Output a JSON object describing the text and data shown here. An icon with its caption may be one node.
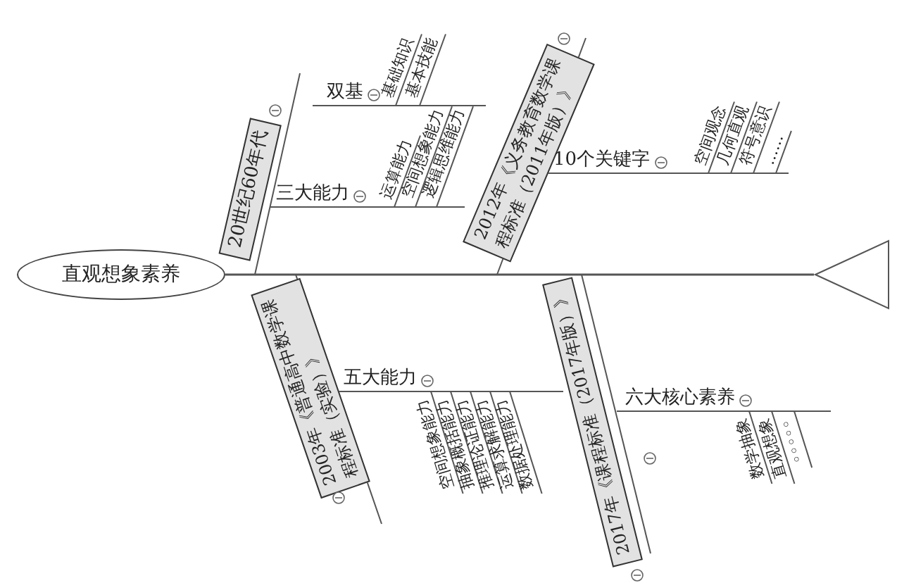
{
  "diagram": {
    "nodes": [
      {
        "text": [
          "直观想象素养"
        ]
      },
      {
        "text": [],
        "shape": "triangle"
      },
      {
        "text": [
          "20世纪60年代"
        ]
      },
      {
        "text": [
          "双基"
        ]
      },
      {
        "text": [
          "基础知识"
        ]
      },
      {
        "text": [
          "基本技能"
        ]
      },
      {
        "text": [
          "三大能力"
        ]
      },
      {
        "text": [
          "运算能力"
        ]
      },
      {
        "text": [
          "空间想象能力"
        ]
      },
      {
        "text": [
          "逻辑思维能力"
        ]
      },
      {
        "text": [
          "2012年《义务教育数学课程标准（2011年版）》"
        ]
      },
      {
        "text": [
          "10个关键字"
        ]
      },
      {
        "text": [
          "空间观念"
        ]
      },
      {
        "text": [
          "几何直观"
        ]
      },
      {
        "text": [
          "符号意识"
        ]
      },
      {
        "text": [
          "……"
        ]
      },
      {
        "text": [
          "2003年《普通高中数学课程标准（实验）》"
        ]
      },
      {
        "text": [
          "五大能力"
        ]
      },
      {
        "text": [
          "空间想象能力"
        ]
      },
      {
        "text": [
          "抽象概括能力"
        ]
      },
      {
        "text": [
          "推理论证能力"
        ]
      },
      {
        "text": [
          "运算求解能力"
        ]
      },
      {
        "text": [
          "数据处理能力"
        ]
      },
      {
        "text": [
          "2017年《课程标准（2017年版）》"
        ]
      },
      {
        "text": [
          "六大核心素养"
        ]
      },
      {
        "text": [
          "数学抽象"
        ]
      },
      {
        "text": [
          "直观想象"
        ]
      },
      {
        "text": [
          "◦◦◦◦◦"
        ]
      }
    ],
    "edges": [
      {
        "from": 1,
        "to": 0,
        "arrow": "none"
      }
    ]
  }
}
